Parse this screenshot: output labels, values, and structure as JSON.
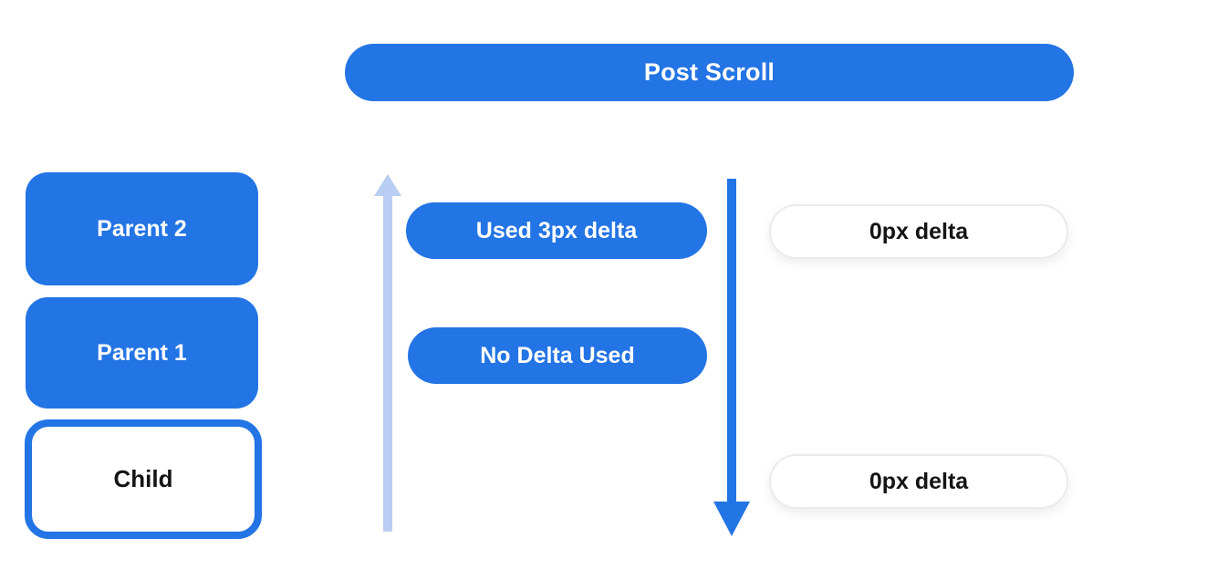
{
  "diagram": {
    "title": "Post Scroll",
    "hierarchy_boxes": [
      {
        "label": "Parent 2",
        "style": "filled"
      },
      {
        "label": "Parent 1",
        "style": "filled"
      },
      {
        "label": "Child",
        "style": "outlined"
      }
    ],
    "delta_pills": [
      {
        "label": "Used 3px delta",
        "style": "filled"
      },
      {
        "label": "No Delta Used",
        "style": "filled"
      }
    ],
    "result_pills": [
      {
        "label": "0px delta",
        "style": "outlined"
      },
      {
        "label": "0px delta",
        "style": "outlined"
      }
    ],
    "arrows": [
      {
        "name": "up-arrow",
        "direction": "up",
        "color": "#b9cef3"
      },
      {
        "name": "down-arrow",
        "direction": "down",
        "color": "#2374e4"
      }
    ]
  },
  "colors": {
    "accent_blue": "#2374e4",
    "light_blue": "#b9cef3",
    "pill_border": "#ebebe9",
    "text_on_blue": "#ffffff",
    "text_dark": "#141414",
    "background": "#ffffff"
  }
}
